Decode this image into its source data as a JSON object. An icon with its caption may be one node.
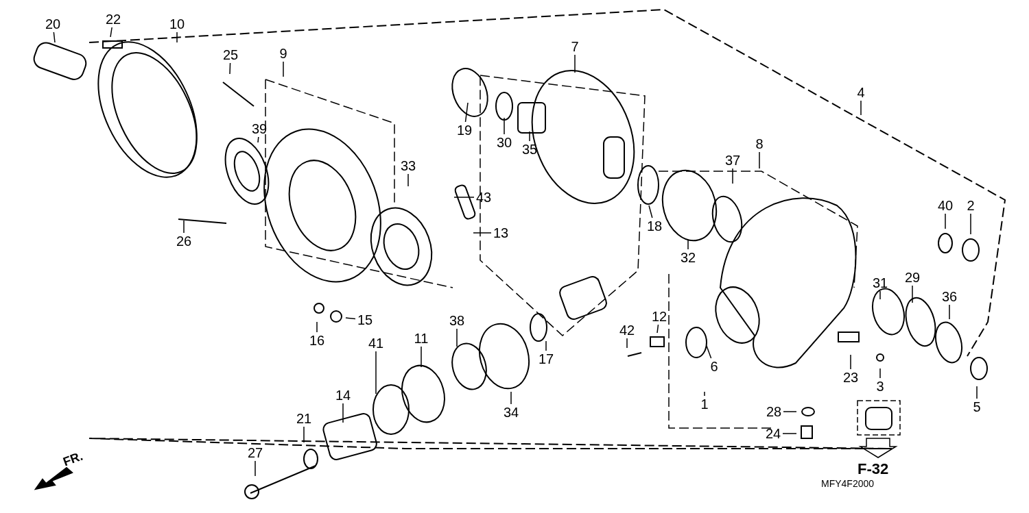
{
  "diagram": {
    "nodes": [
      {
        "text": [
          "20"
        ]
      },
      {
        "text": [
          "22"
        ]
      },
      {
        "text": [
          "10"
        ]
      },
      {
        "text": [
          "25"
        ]
      },
      {
        "text": [
          "9"
        ]
      },
      {
        "text": [
          "7"
        ]
      },
      {
        "text": [
          "4"
        ]
      },
      {
        "text": [
          "39"
        ]
      },
      {
        "text": [
          "19"
        ]
      },
      {
        "text": [
          "30"
        ]
      },
      {
        "text": [
          "35"
        ]
      },
      {
        "text": [
          "8"
        ]
      },
      {
        "text": [
          "33"
        ]
      },
      {
        "text": [
          "37"
        ]
      },
      {
        "text": [
          "43"
        ]
      },
      {
        "text": [
          "40"
        ]
      },
      {
        "text": [
          "2"
        ]
      },
      {
        "text": [
          "18"
        ]
      },
      {
        "text": [
          "13"
        ]
      },
      {
        "text": [
          "26"
        ]
      },
      {
        "text": [
          "32"
        ]
      },
      {
        "text": [
          "31"
        ]
      },
      {
        "text": [
          "29"
        ]
      },
      {
        "text": [
          "36"
        ]
      },
      {
        "text": [
          "12"
        ]
      },
      {
        "text": [
          "15"
        ]
      },
      {
        "text": [
          "38"
        ]
      },
      {
        "text": [
          "42"
        ]
      },
      {
        "text": [
          "11"
        ]
      },
      {
        "text": [
          "16"
        ]
      },
      {
        "text": [
          "41"
        ]
      },
      {
        "text": [
          "17"
        ]
      },
      {
        "text": [
          "6"
        ]
      },
      {
        "text": [
          "23"
        ]
      },
      {
        "text": [
          "3"
        ]
      },
      {
        "text": [
          "14"
        ]
      },
      {
        "text": [
          "1"
        ]
      },
      {
        "text": [
          "5"
        ]
      },
      {
        "text": [
          "28"
        ]
      },
      {
        "text": [
          "34"
        ]
      },
      {
        "text": [
          "21"
        ]
      },
      {
        "text": [
          "24"
        ]
      },
      {
        "text": [
          "27"
        ]
      }
    ],
    "edges": [
      {
        "from": 0,
        "to": null,
        "arrow": "none"
      },
      {
        "from": 1,
        "to": null,
        "arrow": "none"
      },
      {
        "from": 2,
        "to": null,
        "arrow": "none"
      },
      {
        "from": 3,
        "to": null,
        "arrow": "none"
      },
      {
        "from": 4,
        "to": null,
        "arrow": "none"
      },
      {
        "from": 5,
        "to": null,
        "arrow": "none"
      },
      {
        "from": 6,
        "to": null,
        "arrow": "none"
      },
      {
        "from": 7,
        "to": null,
        "arrow": "none"
      },
      {
        "from": 8,
        "to": null,
        "arrow": "none"
      },
      {
        "from": 9,
        "to": null,
        "arrow": "none"
      },
      {
        "from": 10,
        "to": null,
        "arrow": "none"
      },
      {
        "from": 11,
        "to": null,
        "arrow": "none"
      },
      {
        "from": 12,
        "to": null,
        "arrow": "none"
      },
      {
        "from": 13,
        "to": null,
        "arrow": "none"
      },
      {
        "from": 14,
        "to": null,
        "arrow": "none"
      },
      {
        "from": 15,
        "to": null,
        "arrow": "none"
      },
      {
        "from": 16,
        "to": null,
        "arrow": "none"
      },
      {
        "from": 17,
        "to": null,
        "arrow": "none"
      },
      {
        "from": 18,
        "to": null,
        "arrow": "none"
      },
      {
        "from": 19,
        "to": null,
        "arrow": "none"
      },
      {
        "from": 20,
        "to": null,
        "arrow": "none"
      },
      {
        "from": 21,
        "to": null,
        "arrow": "none"
      },
      {
        "from": 22,
        "to": null,
        "arrow": "none"
      },
      {
        "from": 23,
        "to": null,
        "arrow": "none"
      },
      {
        "from": 24,
        "to": null,
        "arrow": "none"
      },
      {
        "from": 25,
        "to": null,
        "arrow": "none"
      },
      {
        "from": 26,
        "to": null,
        "arrow": "none"
      },
      {
        "from": 27,
        "to": null,
        "arrow": "none"
      },
      {
        "from": 28,
        "to": null,
        "arrow": "none"
      },
      {
        "from": 29,
        "to": null,
        "arrow": "none"
      },
      {
        "from": 30,
        "to": null,
        "arrow": "none"
      },
      {
        "from": 31,
        "to": null,
        "arrow": "none"
      },
      {
        "from": 32,
        "to": null,
        "arrow": "none"
      },
      {
        "from": 33,
        "to": null,
        "arrow": "none"
      },
      {
        "from": 34,
        "to": null,
        "arrow": "none"
      },
      {
        "from": 35,
        "to": null,
        "arrow": "none"
      },
      {
        "from": 36,
        "to": null,
        "arrow": "none"
      },
      {
        "from": 37,
        "to": null,
        "arrow": "none"
      },
      {
        "from": 38,
        "to": null,
        "arrow": "none"
      },
      {
        "from": 39,
        "to": null,
        "arrow": "none"
      },
      {
        "from": 40,
        "to": null,
        "arrow": "none"
      },
      {
        "from": 41,
        "to": null,
        "arrow": "none"
      },
      {
        "from": 42,
        "to": null,
        "arrow": "none"
      }
    ],
    "labels": [
      "F-32",
      "FR.",
      "MFY4F2000"
    ]
  }
}
